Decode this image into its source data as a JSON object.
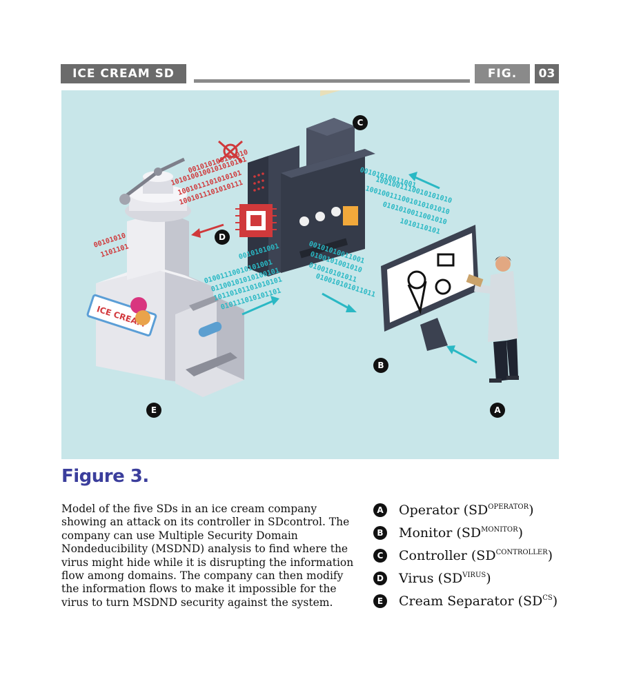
{
  "header": {
    "title": "ICE CREAM SD MODEL",
    "fig_label": "FIG.",
    "fig_number": "03"
  },
  "illustration": {
    "background_color": "#c8e6e9",
    "sign_text": "ICE CREAM",
    "markers": {
      "operator": "A",
      "monitor": "B",
      "controller": "C",
      "virus": "D",
      "cream_separator": "E"
    },
    "binary": {
      "red_1": "001010100101010",
      "red_2": "1010100100101010101",
      "red_3": "1001011101010101",
      "red_4": "1001011101010111",
      "red_5": "00101010",
      "red_6": "1101101",
      "cyan_top_1": "00101010011001",
      "cyan_top_2": "1001001110010101010",
      "cyan_top_3": "100100111001010101010",
      "cyan_top_4": "0101010011001010",
      "cyan_top_5": "1010110101",
      "cyan_mid_1": "0010101001",
      "cyan_mid_2": "01001110010101001",
      "cyan_mid_3": "01100101010100101",
      "cyan_mid_4": "10110101101010101",
      "cyan_mid_5": "010111010101101",
      "cyan_low_1": "00101010011001",
      "cyan_low_2": "0100101001010",
      "cyan_low_3": "010010101011",
      "cyan_low_4": "010010101011011"
    },
    "colors": {
      "red": "#d0393b",
      "cyan": "#2ab8c4",
      "dark": "#3b4150"
    }
  },
  "figure_title": "Figure 3.",
  "caption": "Model of the five SDs in an ice cream company showing an attack on its controller in SDcontrol. The company can use Multiple Security Domain Nondeducibility (MSDND) analysis to find where the virus might hide while it is disrupting the information flow among domains. The company can then modify the information flows to make it impossible for the virus to turn MSDND security against the system.",
  "legend": [
    {
      "letter": "A",
      "label": "Operator (SD",
      "sup": "OPERATOR",
      "close": ")"
    },
    {
      "letter": "B",
      "label": "Monitor (SD",
      "sup": "MONITOR",
      "close": ")"
    },
    {
      "letter": "C",
      "label": "Controller (SD",
      "sup": "CONTROLLER",
      "close": ")"
    },
    {
      "letter": "D",
      "label": "Virus (SD",
      "sup": "VIRUS",
      "close": ")"
    },
    {
      "letter": "E",
      "label": "Cream Separator (SD",
      "sup": "CS",
      "close": ")"
    }
  ]
}
